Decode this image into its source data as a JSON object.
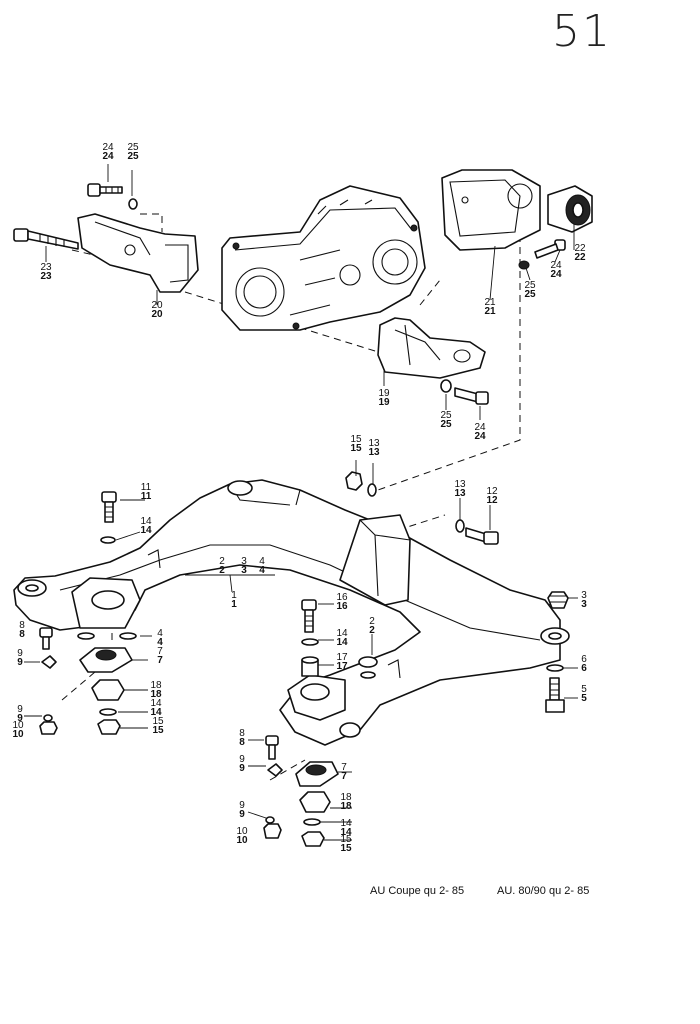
{
  "page_number": "51",
  "captions": [
    "AU  Coupe qu 2- 85",
    "AU. 80/90 qu 2- 85"
  ],
  "callouts": [
    {
      "id": "c24a",
      "num": "24"
    },
    {
      "id": "c25a",
      "num": "25"
    },
    {
      "id": "c23",
      "num": "23"
    },
    {
      "id": "c20",
      "num": "20"
    },
    {
      "id": "c21",
      "num": "21"
    },
    {
      "id": "c22",
      "num": "22"
    },
    {
      "id": "c24b",
      "num": "24"
    },
    {
      "id": "c25b",
      "num": "25"
    },
    {
      "id": "c19",
      "num": "19"
    },
    {
      "id": "c25c",
      "num": "25"
    },
    {
      "id": "c24c",
      "num": "24"
    },
    {
      "id": "c15a",
      "num": "15"
    },
    {
      "id": "c13a",
      "num": "13"
    },
    {
      "id": "c13b",
      "num": "13"
    },
    {
      "id": "c12",
      "num": "12"
    },
    {
      "id": "c11",
      "num": "11"
    },
    {
      "id": "c14a",
      "num": "14"
    },
    {
      "id": "c2a",
      "num": "2"
    },
    {
      "id": "c3a",
      "num": "3"
    },
    {
      "id": "c4a",
      "num": "4"
    },
    {
      "id": "c1",
      "num": "1"
    },
    {
      "id": "c8a",
      "num": "8"
    },
    {
      "id": "c4b",
      "num": "4"
    },
    {
      "id": "c9a",
      "num": "9"
    },
    {
      "id": "c7a",
      "num": "7"
    },
    {
      "id": "c18a",
      "num": "18"
    },
    {
      "id": "c9b",
      "num": "9"
    },
    {
      "id": "c14b",
      "num": "14"
    },
    {
      "id": "c10a",
      "num": "10"
    },
    {
      "id": "c15b",
      "num": "15"
    },
    {
      "id": "c16",
      "num": "16"
    },
    {
      "id": "c14c",
      "num": "14"
    },
    {
      "id": "c17",
      "num": "17"
    },
    {
      "id": "c2b",
      "num": "2"
    },
    {
      "id": "c3b",
      "num": "3"
    },
    {
      "id": "c6",
      "num": "6"
    },
    {
      "id": "c5",
      "num": "5"
    },
    {
      "id": "c8b",
      "num": "8"
    },
    {
      "id": "c9c",
      "num": "9"
    },
    {
      "id": "c7b",
      "num": "7"
    },
    {
      "id": "c18b",
      "num": "18"
    },
    {
      "id": "c9d",
      "num": "9"
    },
    {
      "id": "c14d",
      "num": "14"
    },
    {
      "id": "c10b",
      "num": "10"
    },
    {
      "id": "c15c",
      "num": "15"
    }
  ]
}
